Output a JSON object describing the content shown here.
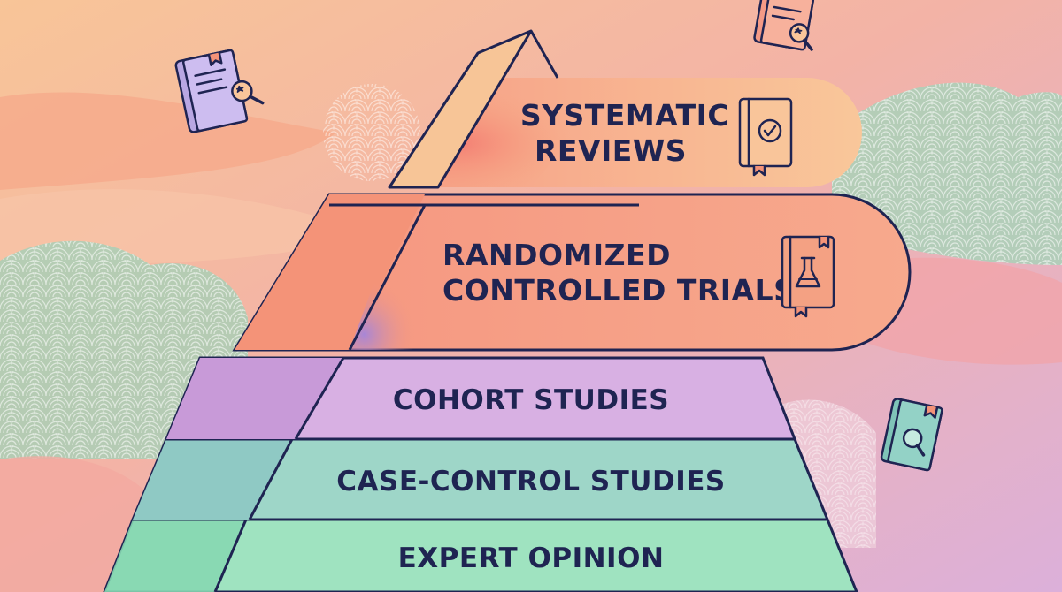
{
  "pyramid": {
    "levels": [
      {
        "id": "systematic-reviews",
        "lines": [
          "SYSTEMATIC",
          "REVIEWS"
        ],
        "icon": "book-check-icon"
      },
      {
        "id": "randomized-controlled-trials",
        "lines": [
          "RANDOMIZED",
          "CONTROLLED TRIALS"
        ],
        "icon": "book-flask-icon"
      },
      {
        "id": "cohort-studies",
        "lines": [
          "COHORT STUDIES"
        ]
      },
      {
        "id": "case-control-studies",
        "lines": [
          "CASE-CONTROL STUDIES"
        ]
      },
      {
        "id": "expert-opinion",
        "lines": [
          "EXPERT OPINION"
        ]
      }
    ]
  },
  "decorations": [
    "book-magnifier-icon",
    "book-magnifier-icon",
    "book-magnifier-icon"
  ],
  "colors": {
    "outline": "#1f2452",
    "text": "#1f2452",
    "systematic": "#f6b98a",
    "rct": "#f4a183",
    "cohort": "#d8b0e3",
    "case_control": "#9ed6c8",
    "expert": "#9fe3c0"
  }
}
